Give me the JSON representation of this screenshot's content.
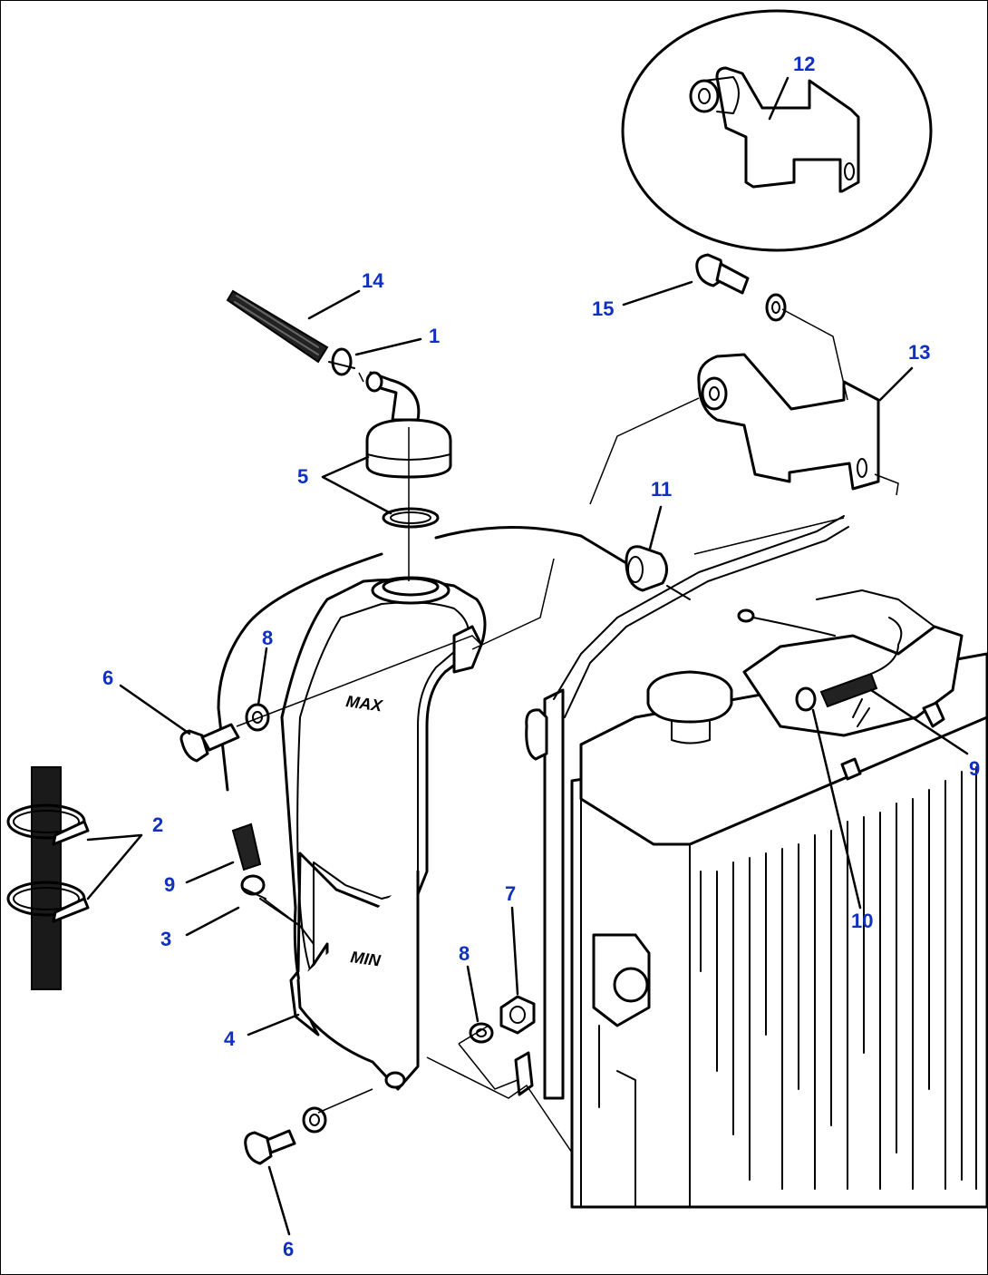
{
  "callouts": {
    "c1": "1",
    "c2": "2",
    "c3": "3",
    "c4": "4",
    "c5": "5",
    "c6a": "6",
    "c6b": "6",
    "c7": "7",
    "c8a": "8",
    "c8b": "8",
    "c9a": "9",
    "c9b": "9",
    "c10": "10",
    "c11": "11",
    "c12": "12",
    "c13": "13",
    "c14": "14",
    "c15": "15"
  },
  "tank_labels": {
    "max": "MAX",
    "min": "MIN"
  },
  "colors": {
    "callout": "#1030c0",
    "line": "#000000",
    "background": "#ffffff"
  }
}
